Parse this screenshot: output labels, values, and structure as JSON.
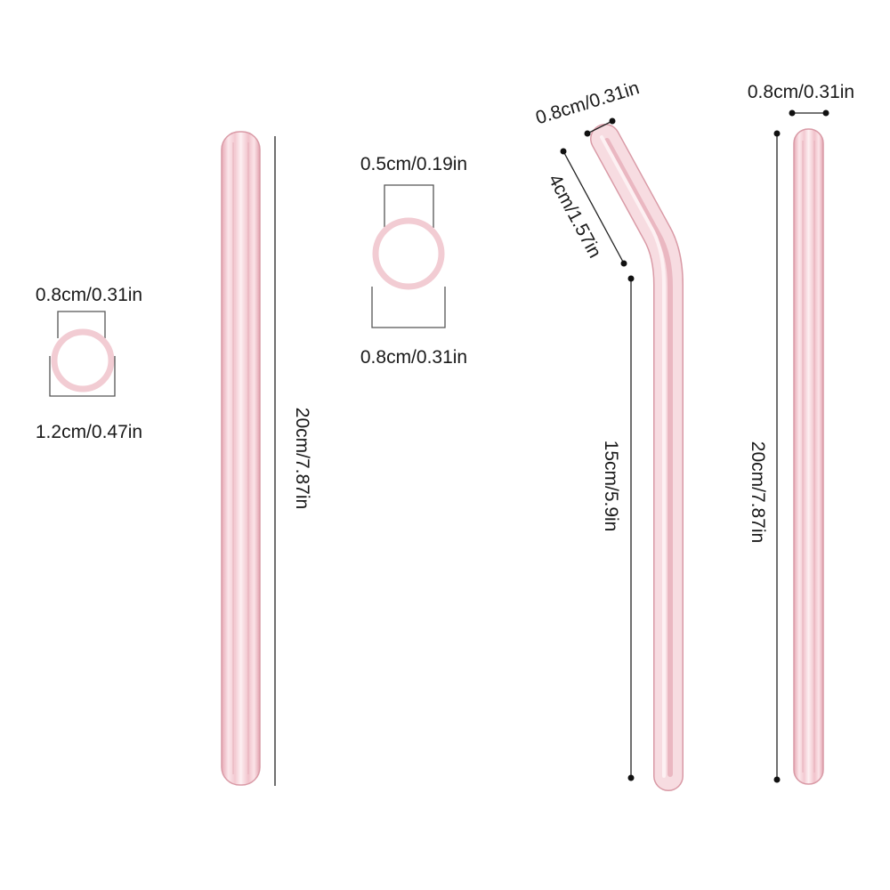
{
  "colors": {
    "straw_fill": "#f6d8de",
    "straw_edge": "#d99aa6",
    "straw_inner": "#e9b4be",
    "ring": "#f2ccd3",
    "dimension_line": "#222222"
  },
  "cross_section_small": {
    "inner_label": "0.8cm/0.31in",
    "outer_label": "1.2cm/0.47in"
  },
  "straight_straw_left": {
    "length_label": "20cm/7.87in"
  },
  "cross_section_large": {
    "inner_label": "0.5cm/0.19in",
    "outer_label": "0.8cm/0.31in"
  },
  "bent_straw": {
    "diameter_label": "0.8cm/0.31in",
    "short_segment_label": "4cm/1.57in",
    "long_segment_label": "15cm/5.9in"
  },
  "straight_straw_right": {
    "diameter_label": "0.8cm/0.31in",
    "length_label": "20cm/7.87in"
  }
}
